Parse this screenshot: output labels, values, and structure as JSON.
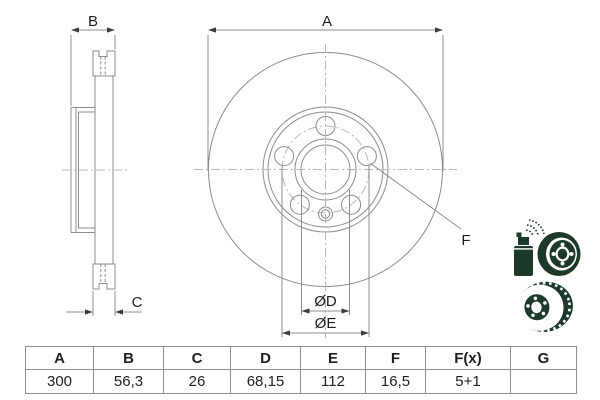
{
  "drawing": {
    "dim_labels": {
      "A": "A",
      "B": "B",
      "C": "C",
      "F": "F",
      "D": "ØD",
      "E": "ØE"
    }
  },
  "table": {
    "headers": [
      "A",
      "B",
      "C",
      "D",
      "E",
      "F",
      "F(x)",
      "G"
    ],
    "values": [
      "300",
      "56,3",
      "26",
      "68,15",
      "112",
      "16,5",
      "5+1",
      ""
    ]
  },
  "icons": {
    "top": "coated-disc-spray-icon",
    "bottom": "vented-disc-icon"
  },
  "colors": {
    "drawing_line": "#8c8c8c",
    "centerline": "#b8b8b8",
    "text": "#1f1f1f",
    "icon": "#1c392a",
    "table_border": "#8f8f8f"
  }
}
